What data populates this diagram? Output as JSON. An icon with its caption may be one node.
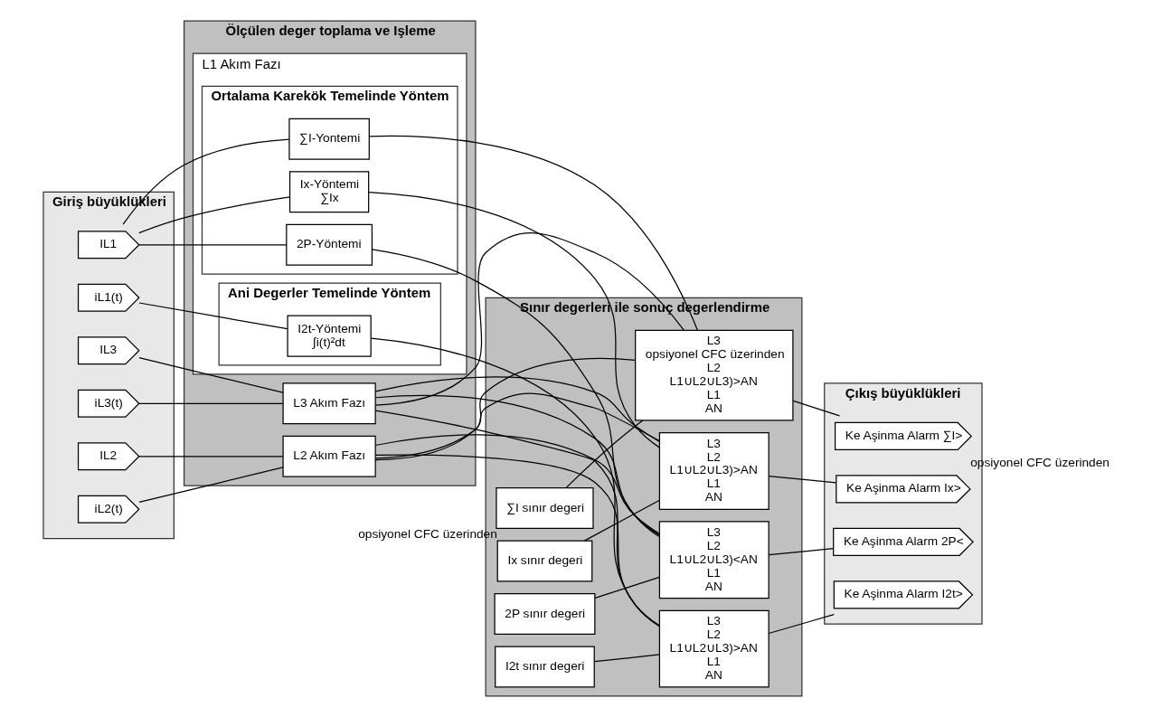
{
  "diagram": {
    "nodes": [
      {
        "text": [
          "Giriş büyüklükleri"
        ]
      },
      {
        "text": [
          "Ölçülen deger toplama ve Işleme"
        ]
      },
      {
        "text": [
          "Sınır degerleri ile sonuç degerlendirme"
        ]
      },
      {
        "text": [
          "Çıkış büyüklükleri"
        ]
      },
      {
        "text": [
          "IL1"
        ],
        "in": 0
      },
      {
        "text": [
          "IL2"
        ],
        "in": 0
      },
      {
        "text": [
          "IL3"
        ],
        "in": 0
      },
      {
        "text": [
          "iL3(t)"
        ],
        "in": 0
      },
      {
        "text": [
          "iL2(t)"
        ],
        "in": 0
      },
      {
        "text": [
          "iL1(t)"
        ],
        "in": 0
      },
      {
        "text": [
          "L3 Akım Fazı"
        ],
        "in": 1
      },
      {
        "text": [
          "L2 Akım Fazı"
        ],
        "in": 1
      },
      {
        "text": [
          "L1 Akım Fazı"
        ],
        "in": 1
      },
      {
        "text": [
          "Ortalama Karekök Temelinde Yöntem"
        ],
        "in": 12
      },
      {
        "text": [
          "∑I-Yontemi"
        ],
        "in": 13
      },
      {
        "text": [
          "Ix-Yöntemi",
          "∑Ix"
        ],
        "in": 13
      },
      {
        "text": [
          "2P-Yöntemi"
        ],
        "in": 13
      },
      {
        "text": [
          "Ani Degerler Temelinde Yöntem"
        ],
        "in": 12
      },
      {
        "text": [
          "I2t-Yöntemi",
          "∫i(t)²dt"
        ],
        "in": 17
      },
      {
        "text": [
          "L3",
          "opsiyonel CFC üzerinden",
          "L2",
          "L1∪L2∪L3)>AN",
          "L1",
          "AN"
        ],
        "in": 2
      },
      {
        "text": [
          "∑I sınır degeri"
        ],
        "beside": [
          "opsiyonel CFC üzerinden"
        ],
        "in": 2
      },
      {
        "text": [
          "L3",
          "L2",
          "L1∪L2∪L3)>AN",
          "L1",
          "AN"
        ],
        "in": 2
      },
      {
        "text": [
          "Ix sınır degeri"
        ],
        "in": 2
      },
      {
        "text": [
          "L3",
          "L2",
          "L1∪L2∪L3)<AN",
          "L1",
          "AN"
        ],
        "in": 2
      },
      {
        "text": [
          "2P sınır degeri"
        ],
        "in": 2
      },
      {
        "text": [
          "L3",
          "L2",
          "L1∪L2∪L3)>AN",
          "L1",
          "AN"
        ],
        "in": 2
      },
      {
        "text": [
          "I2t sınır degeri"
        ],
        "in": 2
      },
      {
        "text": [
          "Ke Aşinma Alarm ∑I>"
        ],
        "beside": [
          "opsiyonel CFC üzerinden"
        ],
        "in": 3
      },
      {
        "text": [
          "Ke Aşinma Alarm Ix>"
        ],
        "in": 3
      },
      {
        "text": [
          "Ke Aşinma Alarm 2P<"
        ],
        "in": 3
      },
      {
        "text": [
          "Ke Aşinma Alarm I2t>"
        ],
        "in": 3
      }
    ],
    "edges": [
      {
        "from": 4,
        "to": 14,
        "arrow": "none"
      },
      {
        "from": 4,
        "to": 15,
        "arrow": "none"
      },
      {
        "from": 4,
        "to": 16,
        "arrow": "none"
      },
      {
        "from": 5,
        "to": 11,
        "arrow": "none"
      },
      {
        "from": 6,
        "to": 10,
        "arrow": "none"
      },
      {
        "from": 7,
        "to": 10,
        "arrow": "none"
      },
      {
        "from": 8,
        "to": 11,
        "arrow": "none"
      },
      {
        "from": 9,
        "to": 18,
        "arrow": "none"
      },
      {
        "from": 10,
        "to": 19,
        "arrow": "none"
      },
      {
        "from": 11,
        "to": 19,
        "arrow": "none"
      },
      {
        "from": 14,
        "to": 19,
        "arrow": "none"
      },
      {
        "from": 20,
        "to": 19,
        "arrow": "none"
      },
      {
        "from": 10,
        "to": 21,
        "arrow": "none"
      },
      {
        "from": 11,
        "to": 21,
        "arrow": "none"
      },
      {
        "from": 15,
        "to": 21,
        "arrow": "none"
      },
      {
        "from": 22,
        "to": 21,
        "arrow": "none"
      },
      {
        "from": 10,
        "to": 23,
        "arrow": "none"
      },
      {
        "from": 11,
        "to": 23,
        "arrow": "none"
      },
      {
        "from": 16,
        "to": 23,
        "arrow": "none"
      },
      {
        "from": 24,
        "to": 23,
        "arrow": "none"
      },
      {
        "from": 10,
        "to": 25,
        "arrow": "none"
      },
      {
        "from": 11,
        "to": 25,
        "arrow": "none"
      },
      {
        "from": 18,
        "to": 25,
        "arrow": "none"
      },
      {
        "from": 26,
        "to": 25,
        "arrow": "none"
      },
      {
        "from": 19,
        "to": 27,
        "arrow": "none"
      },
      {
        "from": 21,
        "to": 28,
        "arrow": "none"
      },
      {
        "from": 23,
        "to": 29,
        "arrow": "none"
      },
      {
        "from": 25,
        "to": 30,
        "arrow": "none"
      }
    ]
  }
}
